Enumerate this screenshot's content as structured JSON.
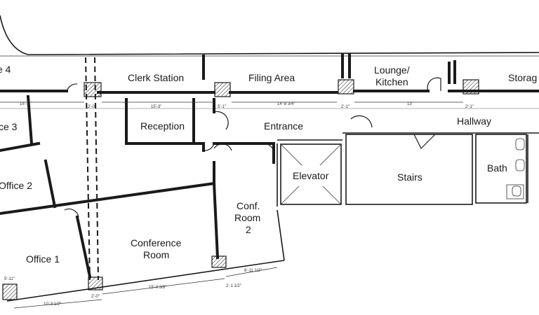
{
  "rooms": {
    "office_4": "e 4",
    "clerk_station": "Clerk Station",
    "filing_area": "Filing Area",
    "lounge_line1": "Lounge/",
    "lounge_line2": "Kitchen",
    "storage": "Storag",
    "office_3": "ce 3",
    "reception": "Reception",
    "entrance": "Entrance",
    "hallway": "Hallway",
    "elevator": "Elevator",
    "stairs": "Stairs",
    "bath": "Bath",
    "office_2": "Office 2",
    "conf_room_2_line1": "Conf.",
    "conf_room_2_line2": "Room",
    "conf_room_2_line3": "2",
    "conference_line1": "Conference",
    "conference_line2": "Room",
    "office_1": "Office 1"
  },
  "dimensions": {
    "d1": "15'-1\"",
    "d2": "15'-3\"",
    "d3": "14'-8 3/4\"",
    "d4": "2'-1\"",
    "d5": "13'",
    "d6": "2'-1\"",
    "d7": "5'-1\"",
    "d8": "2'-0\"",
    "d9": "2'-1 1/2\"",
    "d10": "15'-9 3/8\"",
    "d11": "6'-11 1/2\"",
    "d12": "5'-11\"",
    "d13": "10'-3 1/2\"",
    "d14": "2'-0\""
  }
}
